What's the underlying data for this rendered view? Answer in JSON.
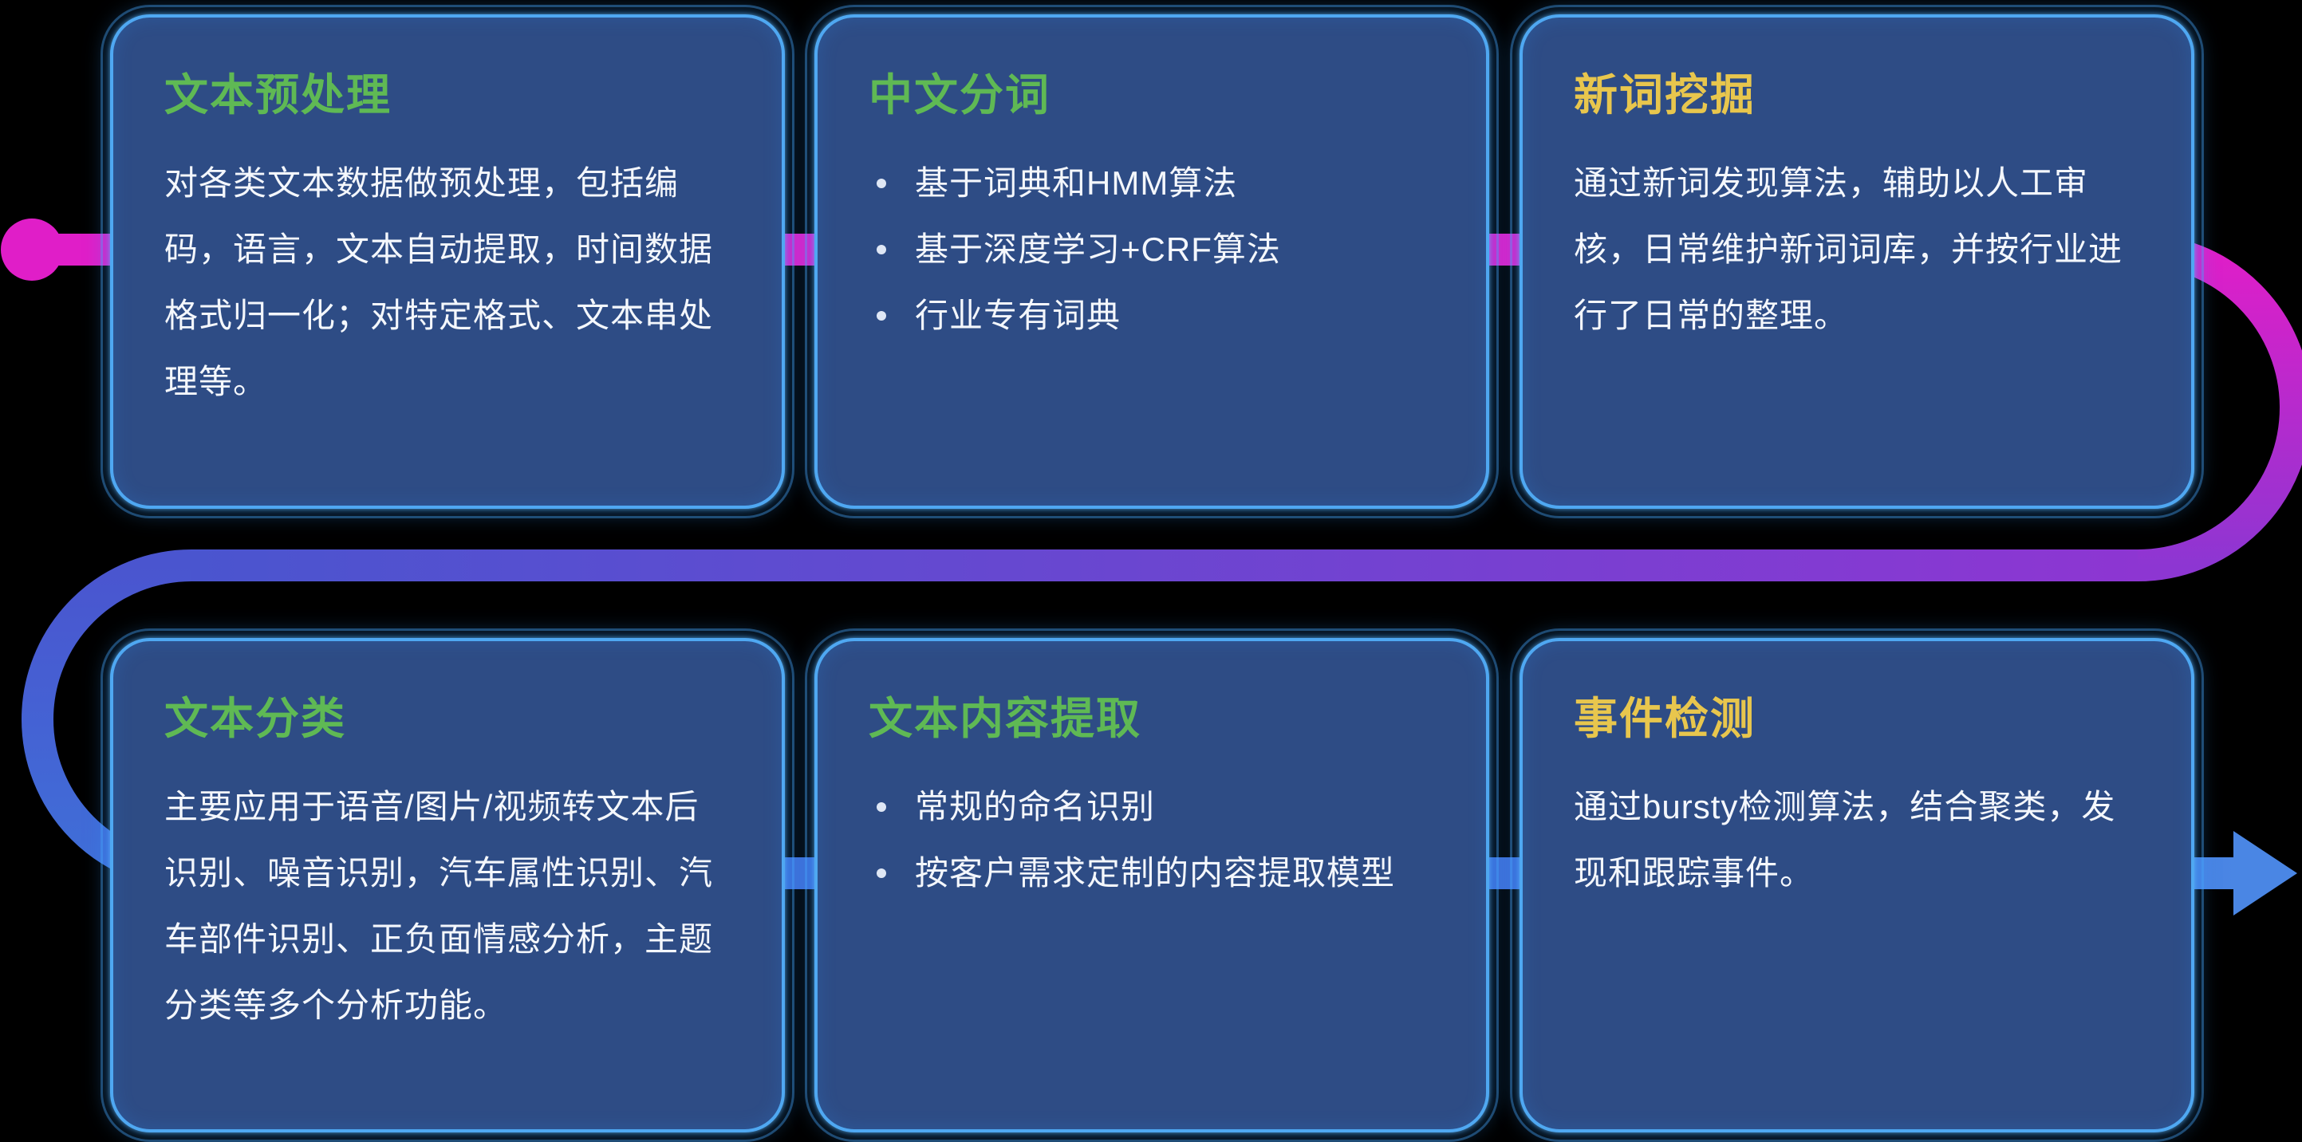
{
  "page": {
    "background": "#000000"
  },
  "colors": {
    "line_magenta": "#e01ec8",
    "line_purple": "#8d36d2",
    "line_indigo": "#4a55cf",
    "line_blue": "#3f6fd8",
    "arrow_color": "#4a86e4",
    "dot_color": "#e01ec8",
    "card_bg": "#2e4c85",
    "card_border": "#4fa8f2"
  },
  "flow": {
    "start_marker": "flow-start-dot",
    "end_marker": "flow-arrow-icon"
  },
  "cards": [
    {
      "id": "text-preprocessing",
      "title": "文本预处理",
      "title_color": "#5fb954",
      "type": "paragraph",
      "body": "对各类文本数据做预处理，包括编码，语言，文本自动提取，时间数据格式归一化；对特定格式、文本串处理等。"
    },
    {
      "id": "chinese-word-segmentation",
      "title": "中文分词",
      "title_color": "#5fb954",
      "type": "bullets",
      "bullets": [
        "基于词典和HMM算法",
        "基于深度学习+CRF算法",
        "行业专有词典"
      ]
    },
    {
      "id": "new-word-mining",
      "title": "新词挖掘",
      "title_color": "#e8c64d",
      "type": "paragraph",
      "body": "通过新词发现算法，辅助以人工审核，日常维护新词词库，并按行业进行了日常的整理。"
    },
    {
      "id": "text-classification",
      "title": "文本分类",
      "title_color": "#5fb954",
      "type": "paragraph",
      "body": "主要应用于语音/图片/视频转文本后识别、噪音识别，汽车属性识别、汽车部件识别、正负面情感分析，主题分类等多个分析功能。"
    },
    {
      "id": "text-content-extraction",
      "title": "文本内容提取",
      "title_color": "#5fb954",
      "type": "bullets",
      "bullets": [
        "常规的命名识别",
        "按客户需求定制的内容提取模型"
      ]
    },
    {
      "id": "event-detection",
      "title": "事件检测",
      "title_color": "#e8c64d",
      "type": "paragraph",
      "body": "通过bursty检测算法，结合聚类，发现和跟踪事件。"
    }
  ]
}
